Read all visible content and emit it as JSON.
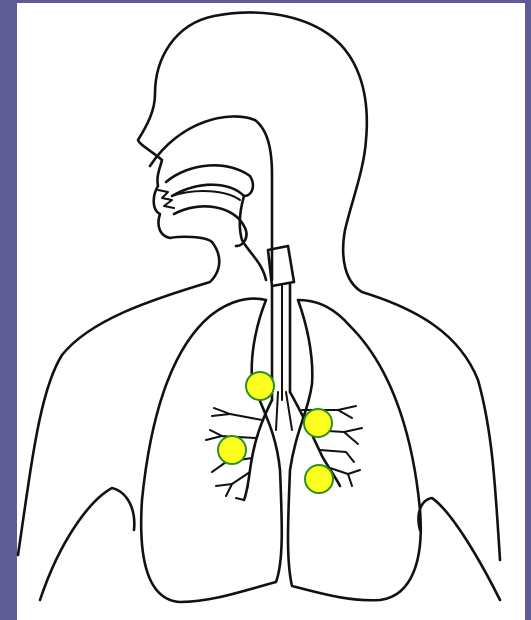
{
  "colors": {
    "frame": "#5f5b94",
    "panel": "#ffffff",
    "outline": "#111111",
    "marker_fill": "#ffff1f",
    "marker_stroke": "#2f8f1f"
  },
  "markers": [
    {
      "id": "marker-1"
    },
    {
      "id": "marker-2"
    },
    {
      "id": "marker-3"
    },
    {
      "id": "marker-4"
    },
    {
      "id": "marker-5"
    }
  ]
}
